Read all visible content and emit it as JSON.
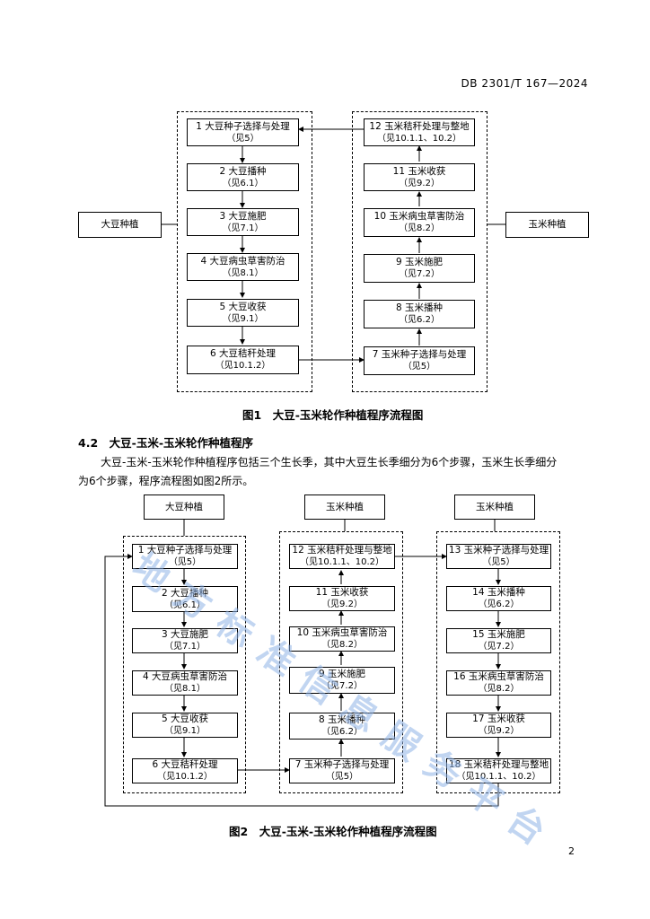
{
  "header": {
    "doc_code": "DB 2301/T 167—2024"
  },
  "fig1": {
    "soy_label": "大豆种植",
    "corn_label": "玉米种植",
    "soy_steps": [
      {
        "title": "1 大豆种子选择与处理",
        "ref": "（见5）"
      },
      {
        "title": "2 大豆播种",
        "ref": "（见6.1）"
      },
      {
        "title": "3 大豆施肥",
        "ref": "（见7.1）"
      },
      {
        "title": "4 大豆病虫草害防治",
        "ref": "（见8.1）"
      },
      {
        "title": "5 大豆收获",
        "ref": "（见9.1）"
      },
      {
        "title": "6 大豆秸秆处理",
        "ref": "（见10.1.2）"
      }
    ],
    "corn_steps": [
      {
        "title": "12 玉米秸秆处理与整地",
        "ref": "（见10.1.1、10.2）"
      },
      {
        "title": "11 玉米收获",
        "ref": "（见9.2）"
      },
      {
        "title": "10 玉米病虫草害防治",
        "ref": "（见8.2）"
      },
      {
        "title": "9 玉米施肥",
        "ref": "（见7.2）"
      },
      {
        "title": "8 玉米播种",
        "ref": "（见6.2）"
      },
      {
        "title": "7 玉米种子选择与处理",
        "ref": "（见5）"
      }
    ],
    "caption": "图1　大豆-玉米轮作种植程序流程图"
  },
  "section": {
    "heading_num": "4.2",
    "heading_text": "大豆-玉米-玉米轮作种植程序",
    "para_line1": "大豆-玉米-玉米轮作种植程序包括三个生长季，其中大豆生长季细分为6个步骤，玉米生长季细分",
    "para_line2": "为6个步骤，程序流程图如图2所示。"
  },
  "fig2": {
    "col1_label": "大豆种植",
    "col2_label": "玉米种植",
    "col3_label": "玉米种植",
    "col1_steps": [
      {
        "title": "1 大豆种子选择与处理",
        "ref": "（见5）"
      },
      {
        "title": "2 大豆播种",
        "ref": "（见6.1）"
      },
      {
        "title": "3 大豆施肥",
        "ref": "（见7.1）"
      },
      {
        "title": "4 大豆病虫草害防治",
        "ref": "（见8.1）"
      },
      {
        "title": "5 大豆收获",
        "ref": "（见9.1）"
      },
      {
        "title": "6 大豆秸秆处理",
        "ref": "（见10.1.2）"
      }
    ],
    "col2_steps": [
      {
        "title": "12 玉米秸秆处理与整地",
        "ref": "（见10.1.1、10.2）"
      },
      {
        "title": "11 玉米收获",
        "ref": "（见9.2）"
      },
      {
        "title": "10 玉米病虫草害防治",
        "ref": "（见8.2）"
      },
      {
        "title": "9 玉米施肥",
        "ref": "（见7.2）"
      },
      {
        "title": "8 玉米播种",
        "ref": "（见6.2）"
      },
      {
        "title": "7 玉米种子选择与处理",
        "ref": "（见5）"
      }
    ],
    "col3_steps": [
      {
        "title": "13 玉米种子选择与处理",
        "ref": "（见5）"
      },
      {
        "title": "14 玉米播种",
        "ref": "（见6.2）"
      },
      {
        "title": "15 玉米施肥",
        "ref": "（见7.2）"
      },
      {
        "title": "16 玉米病虫草害防治",
        "ref": "（见8.2）"
      },
      {
        "title": "17 玉米收获",
        "ref": "（见9.2）"
      },
      {
        "title": "18 玉米秸秆处理与整地",
        "ref": "（见10.1.1、10.2）"
      }
    ],
    "caption": "图2　大豆-玉米-玉米轮作种植程序流程图"
  },
  "watermark": "地方标准信息服务平台",
  "page_number": "2"
}
